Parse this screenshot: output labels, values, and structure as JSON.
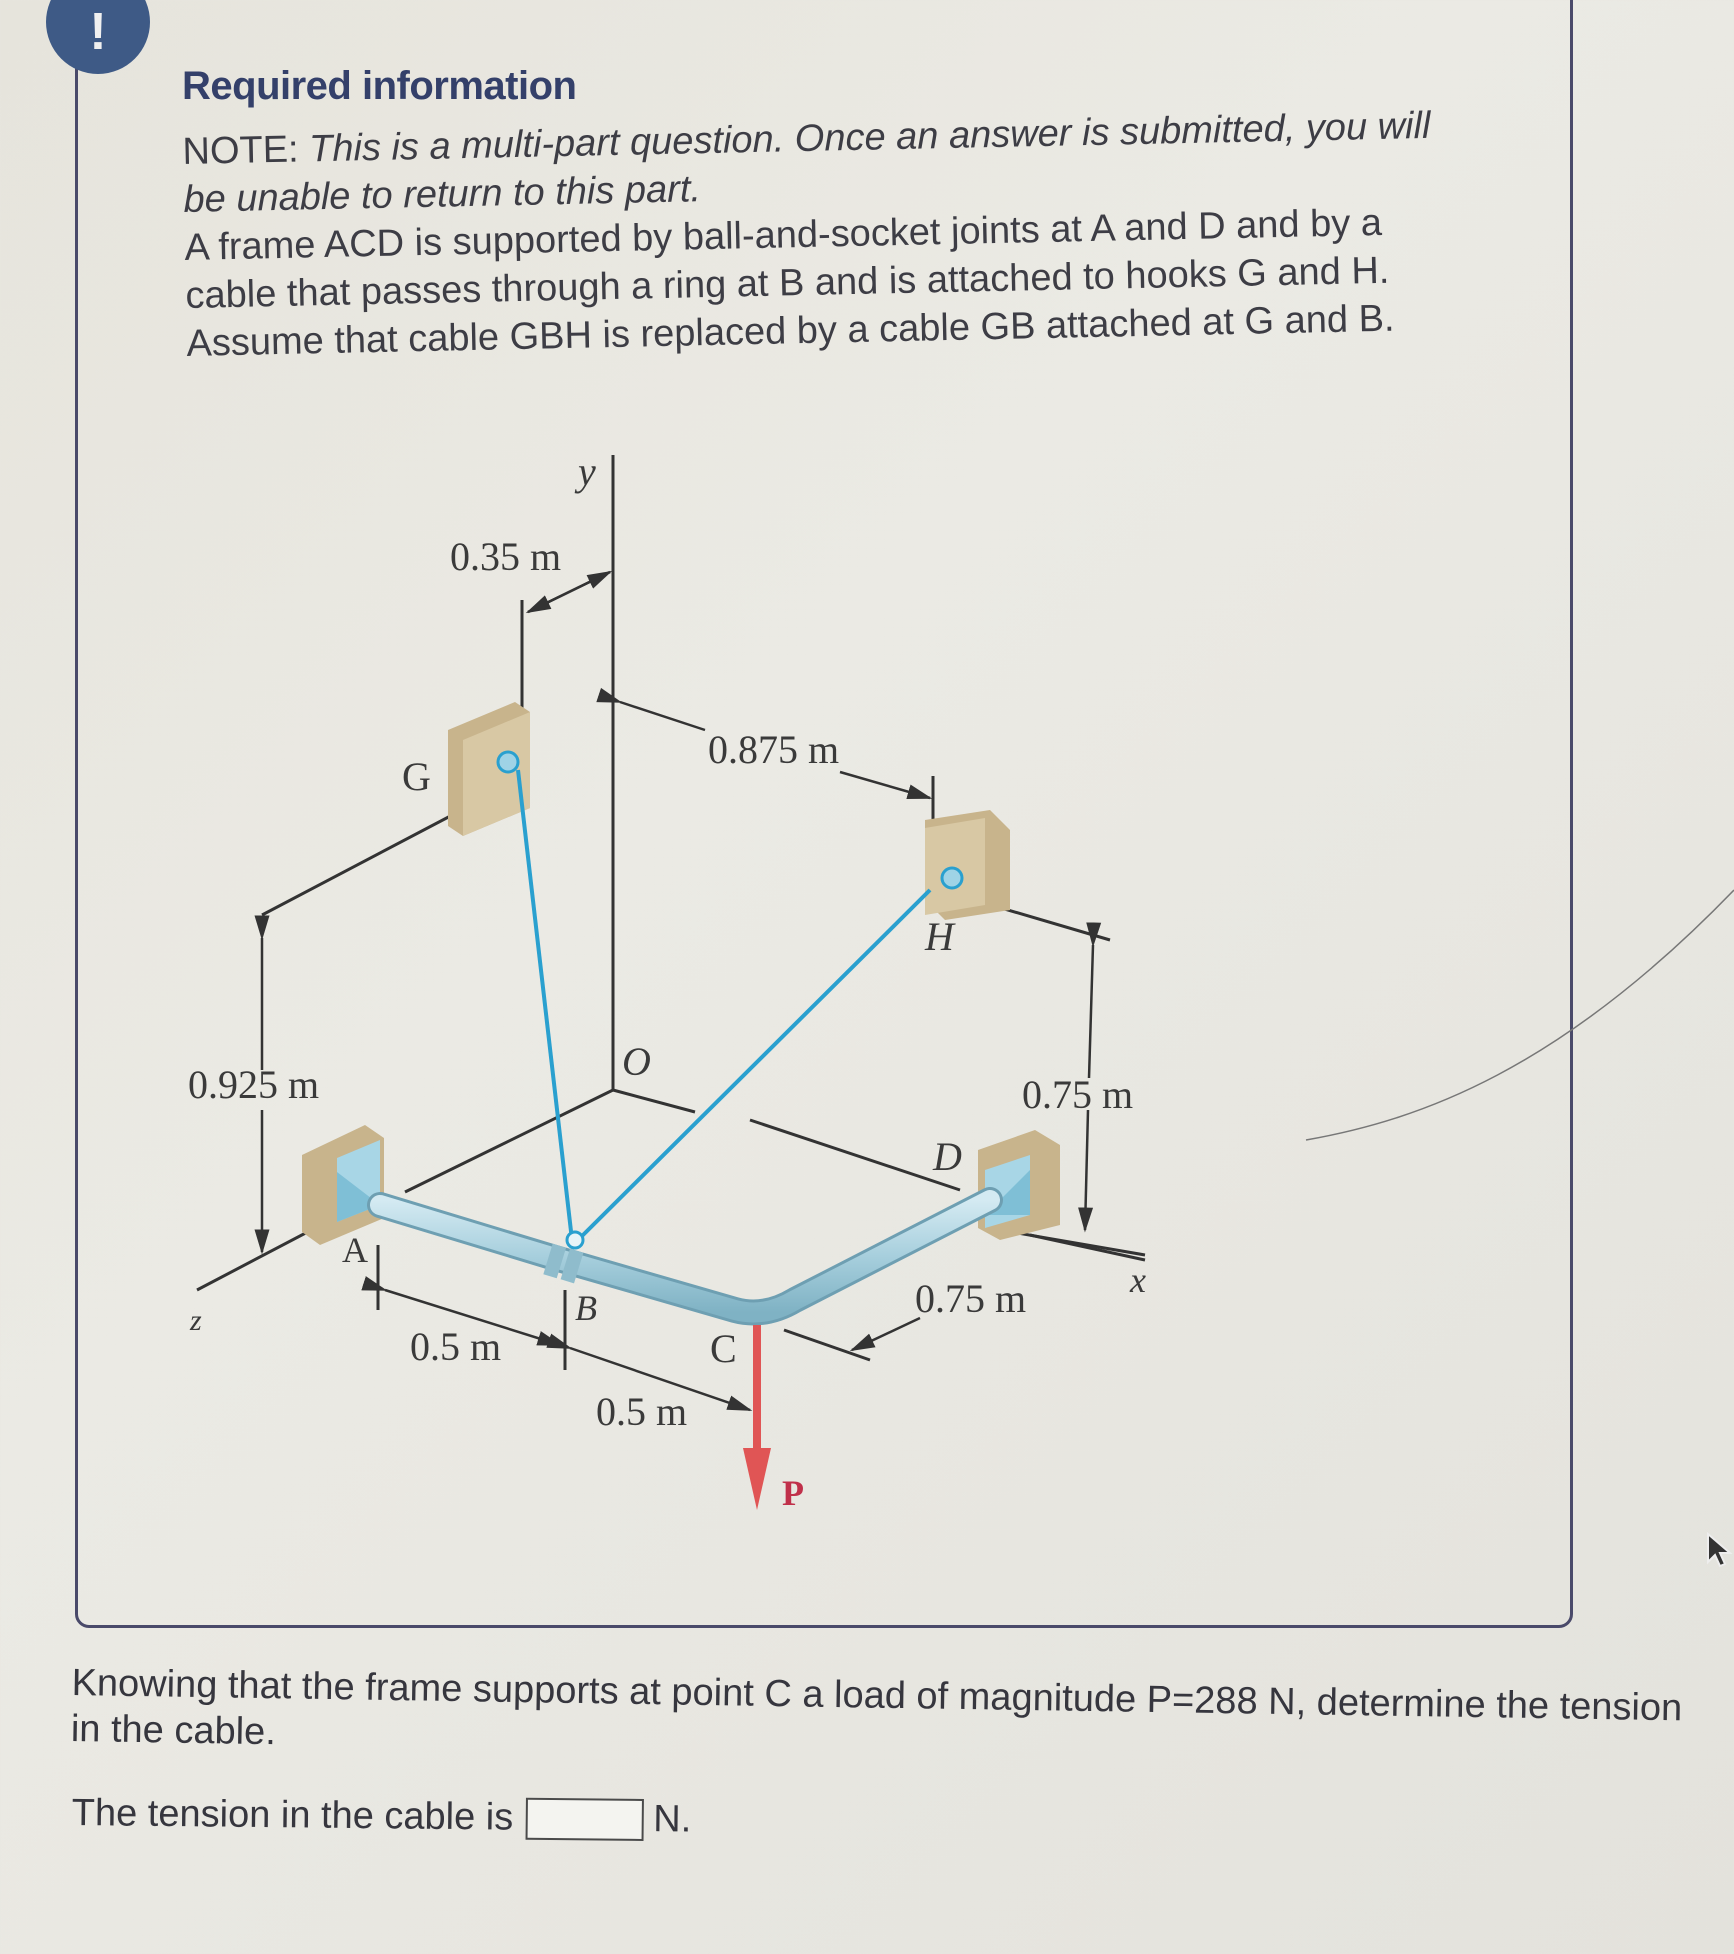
{
  "alert": {
    "icon": "exclamation-icon",
    "glyph": "!"
  },
  "required_info": {
    "title": "Required information",
    "note_prefix": "NOTE: ",
    "note_italic": "This is a multi-part question. Once an answer is submitted, you will be unable to return to this part.",
    "problem_lines": [
      "A frame ACD is supported by ball-and-socket joints at A and D and by a",
      "cable that passes through a ring at B and is attached to hooks G and H.",
      "Assume that cable GBH is replaced by a cable GB attached at G and B."
    ]
  },
  "diagram": {
    "axes": {
      "y": "y",
      "x": "x",
      "z": "z",
      "origin": "O"
    },
    "points": {
      "A": "A",
      "B": "B",
      "C": "C",
      "D": "D",
      "G": "G",
      "H": "H"
    },
    "load_label": "P",
    "dimensions": {
      "d_035": "0.35 m",
      "d_0875": "0.875 m",
      "d_0925": "0.925 m",
      "d_075_vert": "0.75 m",
      "d_075_horiz": "0.75 m",
      "d_05_AB": "0.5 m",
      "d_05_BC": "0.5 m"
    },
    "colors": {
      "cable": "#2aa0cf",
      "frame": "#a9d0de",
      "support": "#c8b48c",
      "load": "#e05555",
      "line": "#333333"
    }
  },
  "question": {
    "text": "Knowing that the frame supports at point C a load of magnitude P=288 N, determine the tension in the cable.",
    "answer_prefix": "The tension in the cable is",
    "answer_value": "",
    "answer_unit": "N."
  },
  "colors": {
    "alert_badge": "#3e5a86",
    "title": "#34406a",
    "box_border": "#4a4a6a",
    "background": "#e8e7e0"
  }
}
